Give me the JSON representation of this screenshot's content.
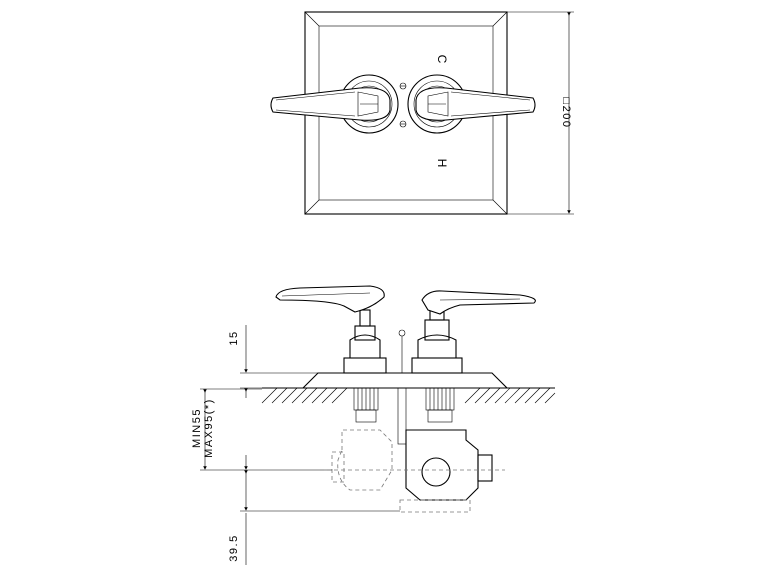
{
  "top_view": {
    "cold_mark": "C",
    "hot_mark": "H",
    "size_label": "□200"
  },
  "side_view": {
    "dim_15": "15",
    "dim_min": "MIN55",
    "dim_max": "MAX95(*)",
    "dim_39": "39.5"
  }
}
